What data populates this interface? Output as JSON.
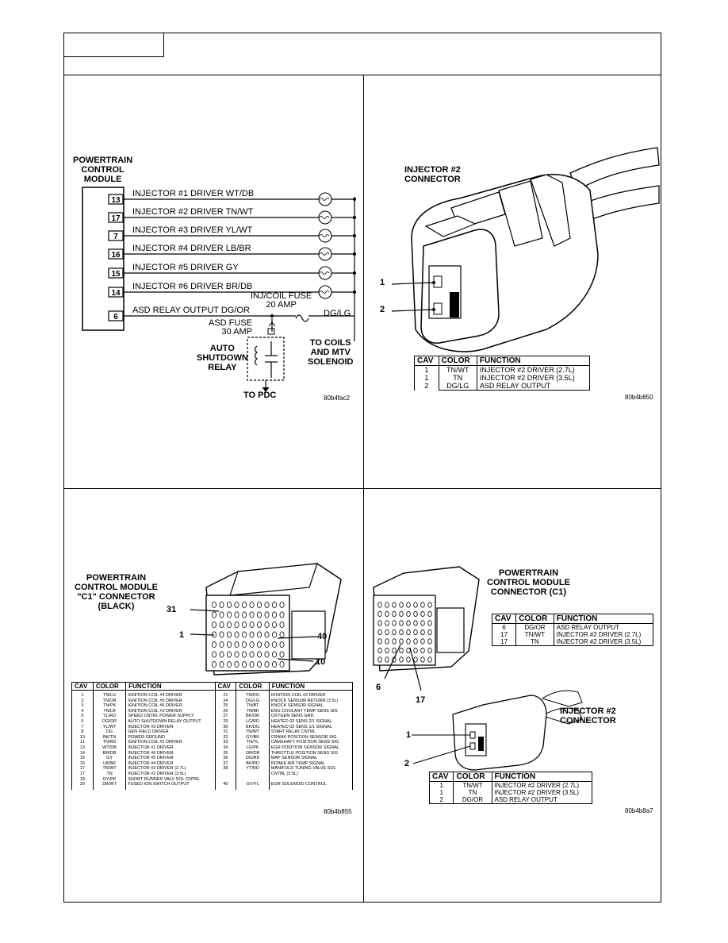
{
  "wiring": {
    "module_title": [
      "POWERTRAIN",
      "CONTROL",
      "MODULE"
    ],
    "circuits": [
      {
        "cav": "13",
        "label": "INJECTOR #1 DRIVER WT/DB"
      },
      {
        "cav": "17",
        "label": "INJECTOR #2 DRIVER TN/WT"
      },
      {
        "cav": "7",
        "label": "INJECTOR #3 DRIVER YL/WT"
      },
      {
        "cav": "16",
        "label": "INJECTOR #4 DRIVER LB/BR"
      },
      {
        "cav": "15",
        "label": "INJECTOR #5 DRIVER GY"
      },
      {
        "cav": "14",
        "label": "INJECTOR #6 DRIVER BR/DB"
      },
      {
        "cav": "6",
        "label": "ASD RELAY OUTPUT DG/OR"
      }
    ],
    "inj_fuse": [
      "INJ/COIL FUSE",
      "20 AMP"
    ],
    "asd_fuse": [
      "ASD FUSE",
      "30 AMP"
    ],
    "dglg": "DG/LG",
    "relay": [
      "AUTO",
      "SHUTDOWN",
      "RELAY"
    ],
    "to_coils": [
      "TO COILS",
      "AND MTV",
      "SOLENOID"
    ],
    "to_pdc": "TO PDC",
    "fig_id": "80b4fac2"
  },
  "inj2_top": {
    "title": [
      "INJECTOR #2",
      "CONNECTOR"
    ],
    "pin1": "1",
    "pin2": "2",
    "headers": [
      "CAV",
      "COLOR",
      "FUNCTION"
    ],
    "rows": [
      {
        "cav": "1",
        "color": "TN/WT",
        "func": "INJECTOR #2 DRIVER (2.7L)"
      },
      {
        "cav": "1",
        "color": "TN",
        "func": "INJECTOR #2 DRIVER (3.5L)"
      },
      {
        "cav": "2",
        "color": "DG/LG",
        "func": "ASD RELAY OUTPUT"
      }
    ],
    "fig_id": "80b4b850"
  },
  "pcm_c1": {
    "title": [
      "POWERTRAIN",
      "CONTROL MODULE",
      "\"C1\" CONNECTOR",
      "(BLACK)"
    ],
    "pins": {
      "p31": "31",
      "p1": "1",
      "p40": "40",
      "p10": "10"
    },
    "headers": [
      "CAV",
      "COLOR",
      "FUNCTION",
      "CAV",
      "COLOR",
      "FUNCTION"
    ],
    "left_cav": [
      "1",
      "2",
      "3",
      "4",
      "5",
      "6",
      "7",
      "8",
      "10",
      "11",
      "13",
      "14",
      "15",
      "16",
      "17",
      "17",
      "18",
      "20"
    ],
    "left_color": [
      "TN/LG",
      "TN/OR",
      "TN/PK",
      "TN/LB",
      "YL/RD",
      "DG/OR",
      "YL/WT",
      "DG",
      "BK/TN",
      "TN/RD",
      "WT/DB",
      "BR/DB",
      "GY",
      "LB/BR",
      "TN/WT",
      "TN",
      "GY/PK",
      "DB/WT"
    ],
    "left_func": [
      "IGNITION COIL #4 DRIVER",
      "IGNITION COIL #5 DRIVER",
      "IGNITION COIL #6 DRIVER",
      "IGNITION COIL #3 DRIVER",
      "SPEED CNTRL POWER SUPPLY",
      "AUTO SHUTDOWN RELAY OUTPUT",
      "INJECTOR #3 DRIVER",
      "GEN FIELD DRIVER",
      "POWER GROUND",
      "IGNITION COIL #1 DRIVER",
      "INJECTOR #1 DRIVER",
      "INJECTOR #6 DRIVER",
      "INJECTOR #5 DRIVER",
      "INJECTOR #4 DRIVER",
      "INJECTOR #2 DRIVER (2.7L)",
      "INJECTOR #2 DRIVER (3.5L)",
      "SHORT RUNNER VALV SOL CNTRL",
      "FUSED IGN SWITCH OUTPUT"
    ],
    "right_cav": [
      "21",
      "24",
      "25",
      "26",
      "27",
      "29",
      "30",
      "31",
      "32",
      "33",
      "34",
      "35",
      "36",
      "37",
      "38",
      "",
      "",
      "40"
    ],
    "right_color": [
      "TN/DG",
      "DG/LG",
      "TN/BT",
      "TN/BK",
      "BK/OR",
      "LG/RD",
      "BK/DG",
      "TN/WT",
      "GY/BK",
      "TN/YL",
      "LG/PK",
      "OR/DB",
      "DG/RD",
      "BK/RD",
      "YT/RD",
      "",
      "",
      "GY/YL"
    ],
    "right_func": [
      "IGNITION COIL #2 DRIVER",
      "KNOCK SENSOR RETURN (3.5L)",
      "KNOCK SENSOR SIGNAL",
      "ENG COOLANT TEMP SENS SIG",
      "OXYGEN SENS GRD",
      "HEATED 02 SENS 2/1 SIGNAL",
      "HEATED 02 SENS 1/1 SIGNAL",
      "START RELAY CNTRL",
      "CRANK POSITION SENSOR SIG",
      "CAMSHAFT POSITION SENS SIG",
      "EGR POSITION SENSOR SIGNAL",
      "THROTTLE POSITION SENS SIG",
      "MAP SENSOR SIGNAL",
      "INTAKE AIR TEMP SIGNAL",
      "MANIFOLD TUNING VALVE SOL",
      "CNTRL (3.5L)",
      "",
      "EGR SOLENOID CONTROL"
    ],
    "fig_id": "80b4b855"
  },
  "pcm_c1_small": {
    "title": [
      "POWERTRAIN",
      "CONTROL MODULE",
      "CONNECTOR (C1)"
    ],
    "pins": {
      "p6": "6",
      "p17": "17"
    },
    "headers": [
      "CAV",
      "COLOR",
      "FUNCTION"
    ],
    "rows": [
      {
        "cav": "6",
        "color": "DG/OR",
        "func": "ASD RELAY OUTPUT"
      },
      {
        "cav": "17",
        "color": "TN/WT",
        "func": "INJECTOR #2 DRIVER (2.7L)"
      },
      {
        "cav": "17",
        "color": "TN",
        "func": "INJECTOR #2 DRIVER (3.5L)"
      }
    ]
  },
  "inj2_bottom": {
    "title": [
      "INJECTOR #2",
      "CONNECTOR"
    ],
    "pin1": "1",
    "pin2": "2",
    "headers": [
      "CAV",
      "COLOR",
      "FUNCTION"
    ],
    "rows": [
      {
        "cav": "1",
        "color": "TN/WT",
        "func": "INJECTOR #2 DRIVER (2.7L)"
      },
      {
        "cav": "1",
        "color": "TN",
        "func": "INJECTOR #2 DRIVER (3.5L)"
      },
      {
        "cav": "2",
        "color": "DG/OR",
        "func": "ASD RELAY OUTPUT"
      }
    ],
    "fig_id": "80b4b8a7"
  }
}
